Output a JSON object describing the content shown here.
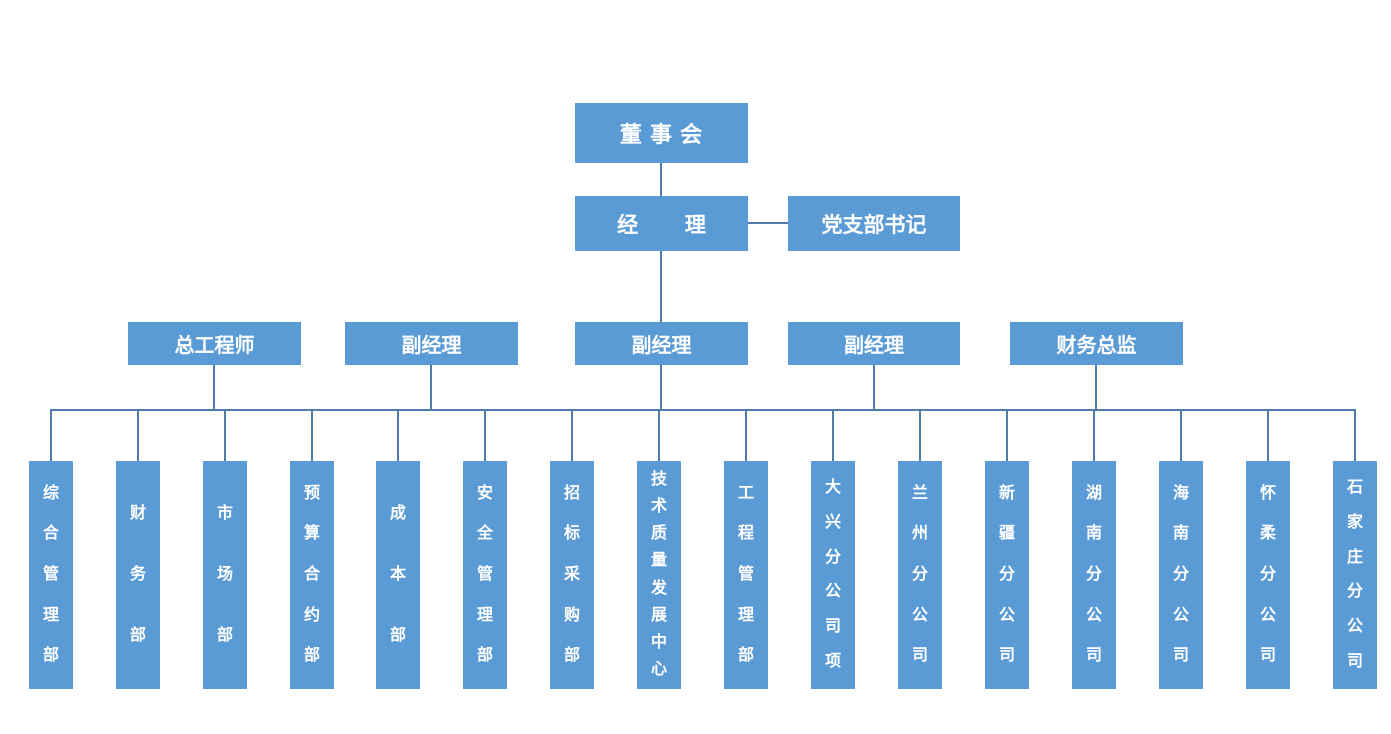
{
  "colors": {
    "box_fill": "#5B9BD5",
    "box_text": "#FFFFFF",
    "connector": "#4F7CAB",
    "background": "#FFFFFF"
  },
  "org": {
    "board": {
      "label": "董 事 会"
    },
    "manager": {
      "label": "经        理"
    },
    "party_secretary": {
      "label": "党支部书记"
    },
    "executives": [
      {
        "label": "总工程师"
      },
      {
        "label": "副经理"
      },
      {
        "label": "副经理"
      },
      {
        "label": "副经理"
      },
      {
        "label": "财务总监"
      }
    ],
    "departments": [
      {
        "label": "综合管理部"
      },
      {
        "label": "财务部"
      },
      {
        "label": "市场部"
      },
      {
        "label": "预算合约部"
      },
      {
        "label": "成本部"
      },
      {
        "label": "安全管理部"
      },
      {
        "label": "招标采购部"
      },
      {
        "label": "技术质量发展中心"
      },
      {
        "label": "工程管理部"
      },
      {
        "label": "大兴分公司项"
      },
      {
        "label": "兰州分公司"
      },
      {
        "label": "新疆分公司"
      },
      {
        "label": "湖南分公司"
      },
      {
        "label": "海南分公司"
      },
      {
        "label": "怀柔分公司"
      },
      {
        "label": "石家庄分公司"
      }
    ]
  }
}
